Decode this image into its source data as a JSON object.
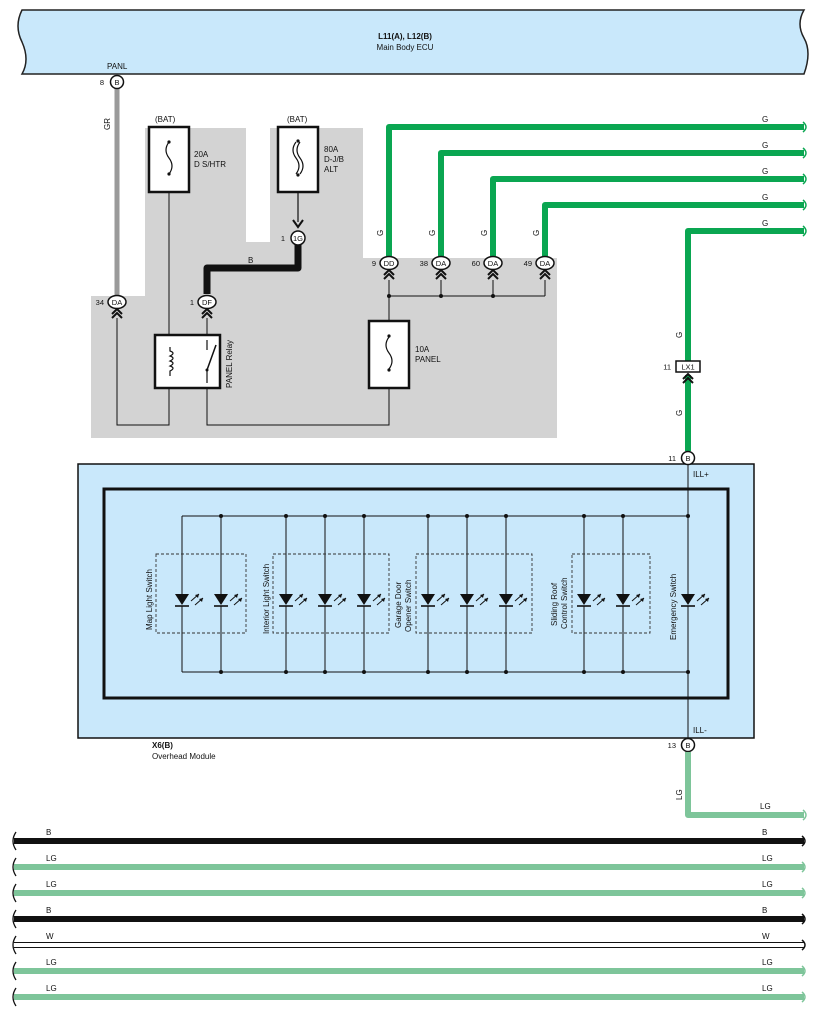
{
  "ecu": {
    "title": "L11(A), L12(B)",
    "name": "Main Body ECU",
    "signal": "PANL"
  },
  "ecu_pin": {
    "number": "8",
    "connector": "B"
  },
  "fuse_dshtr": {
    "source": "(BAT)",
    "rating": "20A",
    "name": "D S/HTR"
  },
  "fuse_djb": {
    "source": "(BAT)",
    "rating": "80A",
    "name": "D-J/B",
    "name2": "ALT"
  },
  "fuse_panel": {
    "rating": "10A",
    "name": "PANEL"
  },
  "relay": {
    "name": "PANEL Relay"
  },
  "junctions": {
    "j1g": {
      "number": "1",
      "connector": "1G"
    },
    "j34da": {
      "number": "34",
      "connector": "DA"
    },
    "j1df": {
      "number": "1",
      "connector": "DF"
    },
    "j9dd": {
      "number": "9",
      "connector": "DD"
    },
    "j38da": {
      "number": "38",
      "connector": "DA"
    },
    "j60da": {
      "number": "60",
      "connector": "DA"
    },
    "j49da": {
      "number": "49",
      "connector": "DA"
    },
    "lx1": {
      "number": "11",
      "connector": "LX1"
    }
  },
  "wires": {
    "gr": "GR",
    "b": "B",
    "g": "G",
    "lg": "LG"
  },
  "module": {
    "code": "X6(B)",
    "name": "Overhead Module",
    "pin_top": {
      "number": "11",
      "connector": "B",
      "signal": "ILL+"
    },
    "pin_bottom": {
      "number": "13",
      "connector": "B",
      "signal": "ILL-"
    },
    "groups": {
      "map": "Map Light Switch",
      "interior": "Interior Light Switch",
      "garage1": "Garage Door",
      "garage2": "Opener Switch",
      "sliding1": "Sliding Roof",
      "sliding2": "Control Switch",
      "emergency": "Emergency Switch"
    }
  },
  "right_labels": {
    "g1": "G",
    "g2": "G",
    "g3": "G",
    "g4": "G",
    "g5": "G",
    "lg": "LG"
  },
  "bus": [
    {
      "left": "B",
      "right": "B",
      "color": "#111111"
    },
    {
      "left": "LG",
      "right": "LG",
      "color": "#7ec59a"
    },
    {
      "left": "LG",
      "right": "LG",
      "color": "#7ec59a"
    },
    {
      "left": "B",
      "right": "B",
      "color": "#111111"
    },
    {
      "left": "W",
      "right": "W",
      "color": "#ffffff"
    },
    {
      "left": "LG",
      "right": "LG",
      "color": "#7ec59a"
    },
    {
      "left": "LG",
      "right": "LG",
      "color": "#7ec59a"
    }
  ],
  "colors": {
    "ecu_fill": "#c9e8fb",
    "gray_area": "#d3d3d3",
    "green_wire": "#0aa651",
    "light_green_wire": "#7ec59a",
    "black_wire": "#111111",
    "gray_wire": "#9a9a9a"
  }
}
